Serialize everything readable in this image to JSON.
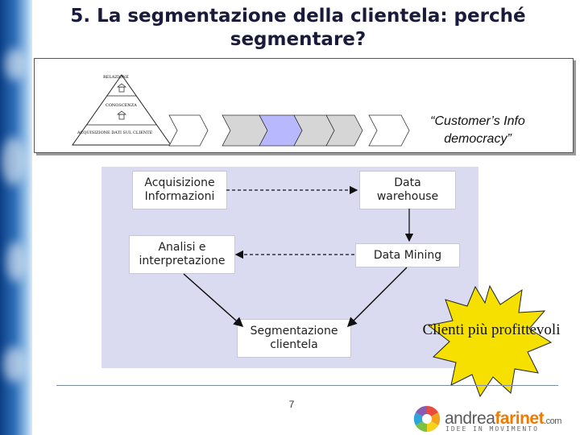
{
  "slide": {
    "title": "5. La segmentazione della clientela: perché segmentare?",
    "page_number": "7"
  },
  "banner": {
    "pyramid_levels": [
      "RELAZIONE",
      "CONOSCENZA",
      "ACQUISIZIONE DATI SUL CLIENTE"
    ],
    "quote": "“Customer’s Info democracy”"
  },
  "diagram": {
    "acquisizione": "Acquisizione Informazioni",
    "data_warehouse": "Data warehouse",
    "analisi": "Analisi e interpretazione",
    "data_mining": "Data Mining",
    "segmentazione": "Segmentazione clientela"
  },
  "callout": {
    "text": "Clienti più profittevoli",
    "color": "#f5e000"
  },
  "logo": {
    "name_part1": "andrea",
    "name_part2": "farinet",
    "suffix": ".com",
    "tagline": "IDEE IN MOVIMENTO",
    "color_dark": "#5a5a5a",
    "color_orange": "#f07a00"
  },
  "colors": {
    "title": "#1a1a3a",
    "panel": "#dadaf0",
    "chevron_gray": "#d6d6d6",
    "chevron_highlight": "#b8b8ff"
  }
}
